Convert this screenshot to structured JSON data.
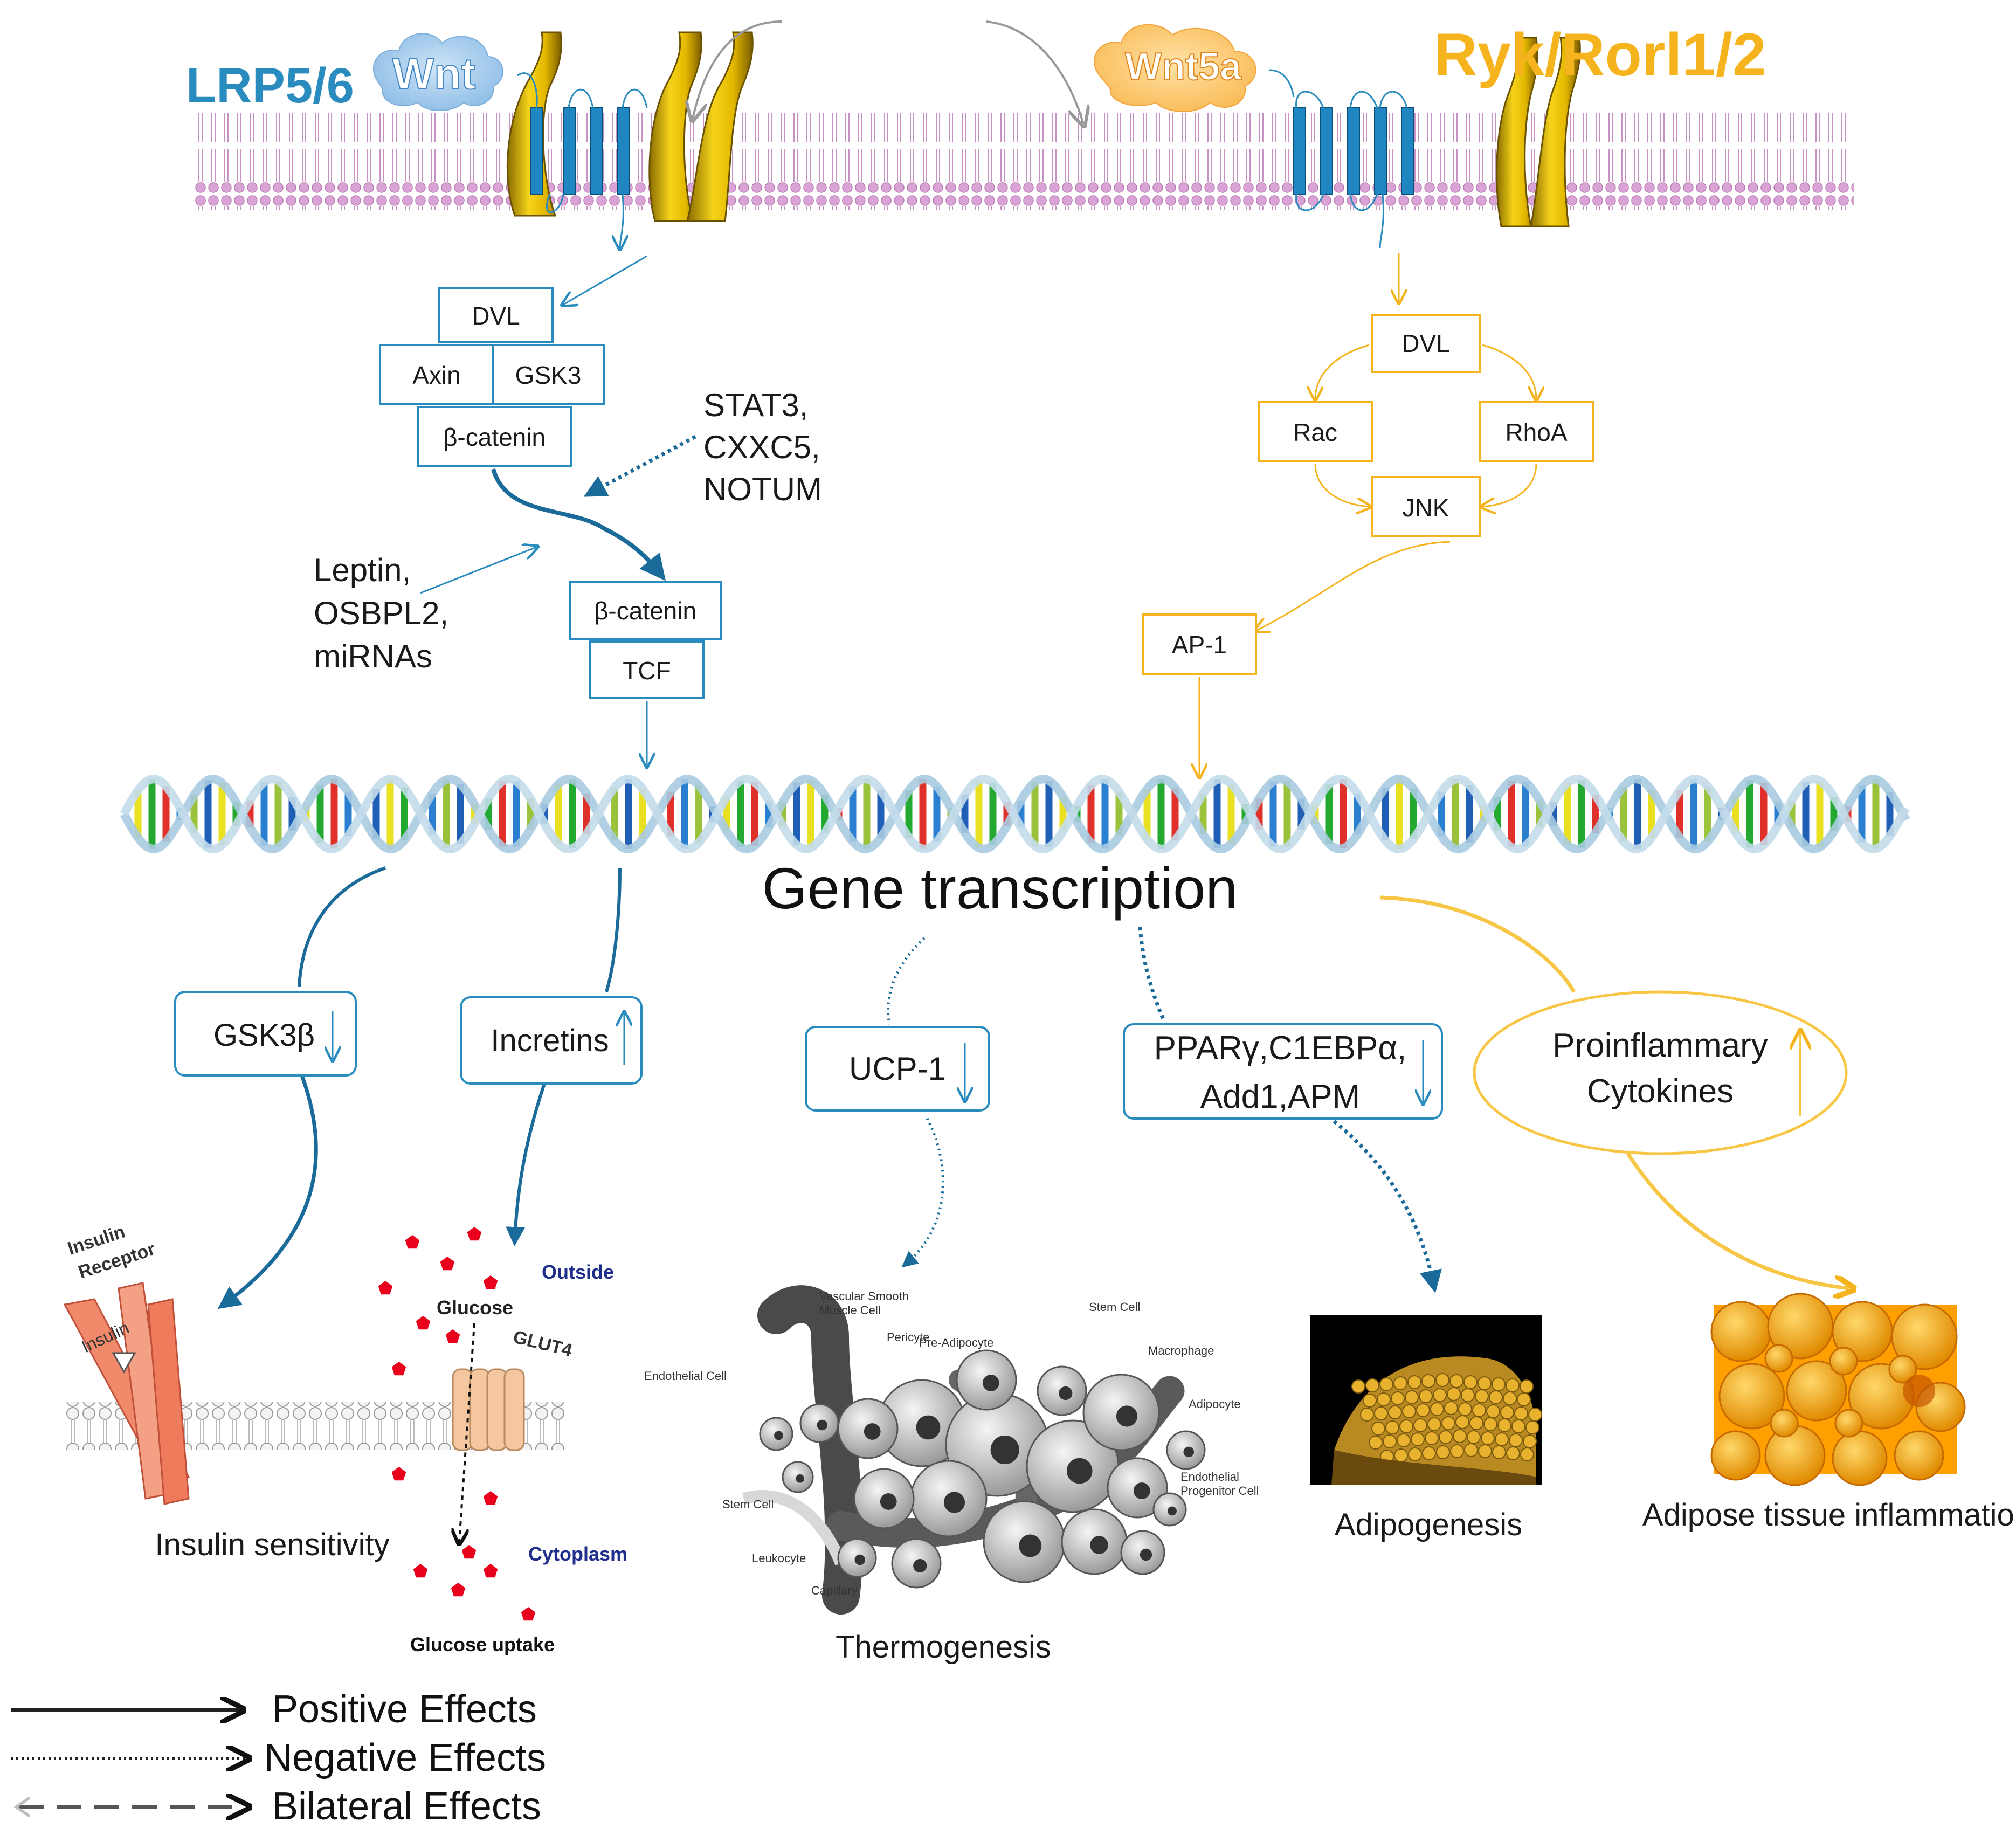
{
  "receptors": {
    "left_label": "LRP5/6",
    "left_ligand": "Wnt",
    "right_ligand": "Wnt5a",
    "right_label": "Ryk/Rorl1/2"
  },
  "canonical": {
    "dvl": "DVL",
    "axin": "Axin",
    "gsk3": "GSK3",
    "bcat1": "β-catenin",
    "bcat2": "β-catenin",
    "tcf": "TCF",
    "neg_regulators": [
      "STAT3,",
      "CXXC5,",
      "NOTUM"
    ],
    "pos_regulators": [
      "Leptin,",
      "OSBPL2,",
      "miRNAs"
    ]
  },
  "noncanonical": {
    "dvl": "DVL",
    "rac": "Rac",
    "rhoa": "RhoA",
    "jnk": "JNK",
    "ap1": "AP-1"
  },
  "dna_label": "Gene transcription",
  "effectors": {
    "gsk3b": "GSK3β",
    "incretins": "Incretins",
    "ucp1": "UCP-1",
    "ppar_line1": "PPARγ,C1EBPα,",
    "ppar_line2": "Add1,APM",
    "cyto_line1": "Proinflammary",
    "cyto_line2": "Cytokines"
  },
  "outcomes": {
    "insulin_sensitivity": "Insulin sensitivity",
    "glucose_uptake": "Glucose uptake",
    "thermogenesis": "Thermogenesis",
    "adipogenesis": "Adipogenesis",
    "inflammation": "Adipose tissue inflammation"
  },
  "insulin_panel": {
    "receptor_line1": "Insulin",
    "receptor_line2": "Receptor",
    "insulin": "Insulin"
  },
  "glucose_panel": {
    "outside": "Outside",
    "glucose": "Glucose",
    "glut4": "GLUT4",
    "cytoplasm": "Cytoplasm"
  },
  "thermo_panel": {
    "labels": [
      "Vascular Smooth",
      "Muscle Cell",
      "Pericyte",
      "Pre-Adipocyte",
      "Stem Cell",
      "Macrophage",
      "Endothelial Cell",
      "Adipocyte",
      "Endothelial",
      "Progenitor Cell",
      "Stem Cell",
      "Leukocyte",
      "Capillary"
    ]
  },
  "legend": {
    "positive": "Positive Effects",
    "negative": "Negative Effects",
    "bilateral": "Bilateral Effects"
  },
  "colors": {
    "blue": "#2a8bbf",
    "dark_blue": "#1a6a9a",
    "orange": "#f5b31e",
    "membrane": "#d9a3d6",
    "receptor_gold": "#e8c21a"
  }
}
